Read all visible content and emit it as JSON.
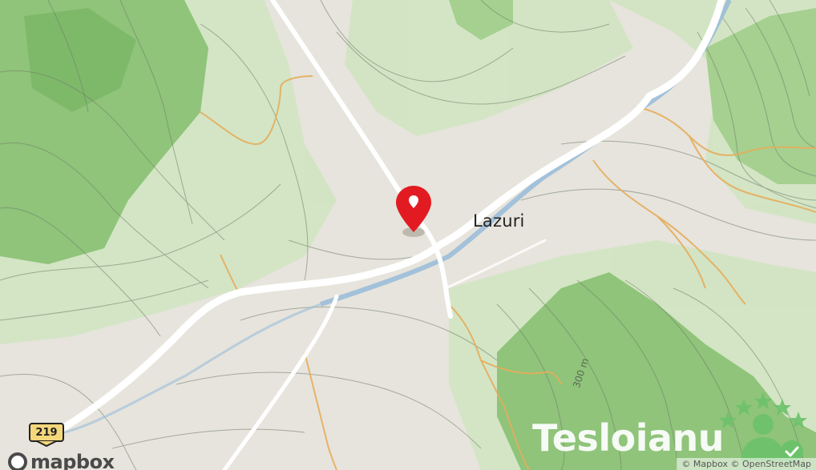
{
  "map": {
    "place_label": "Lazuri",
    "elevation_label": "300 m",
    "road_shield": "219",
    "marker": {
      "name": "location-pin",
      "color": "#e21b22"
    },
    "provider_logo": "mapbox",
    "watermark": "Tesloianu",
    "attribution": "© Mapbox © OpenStreetMap"
  },
  "colors": {
    "land": "#e6e4dc",
    "forest_light": "#cfe3bf",
    "forest_dark": "#8fc47a",
    "road": "#ffffff",
    "track": "#e8b060",
    "river": "#9bbcd9",
    "contour": "#6f7a66"
  }
}
